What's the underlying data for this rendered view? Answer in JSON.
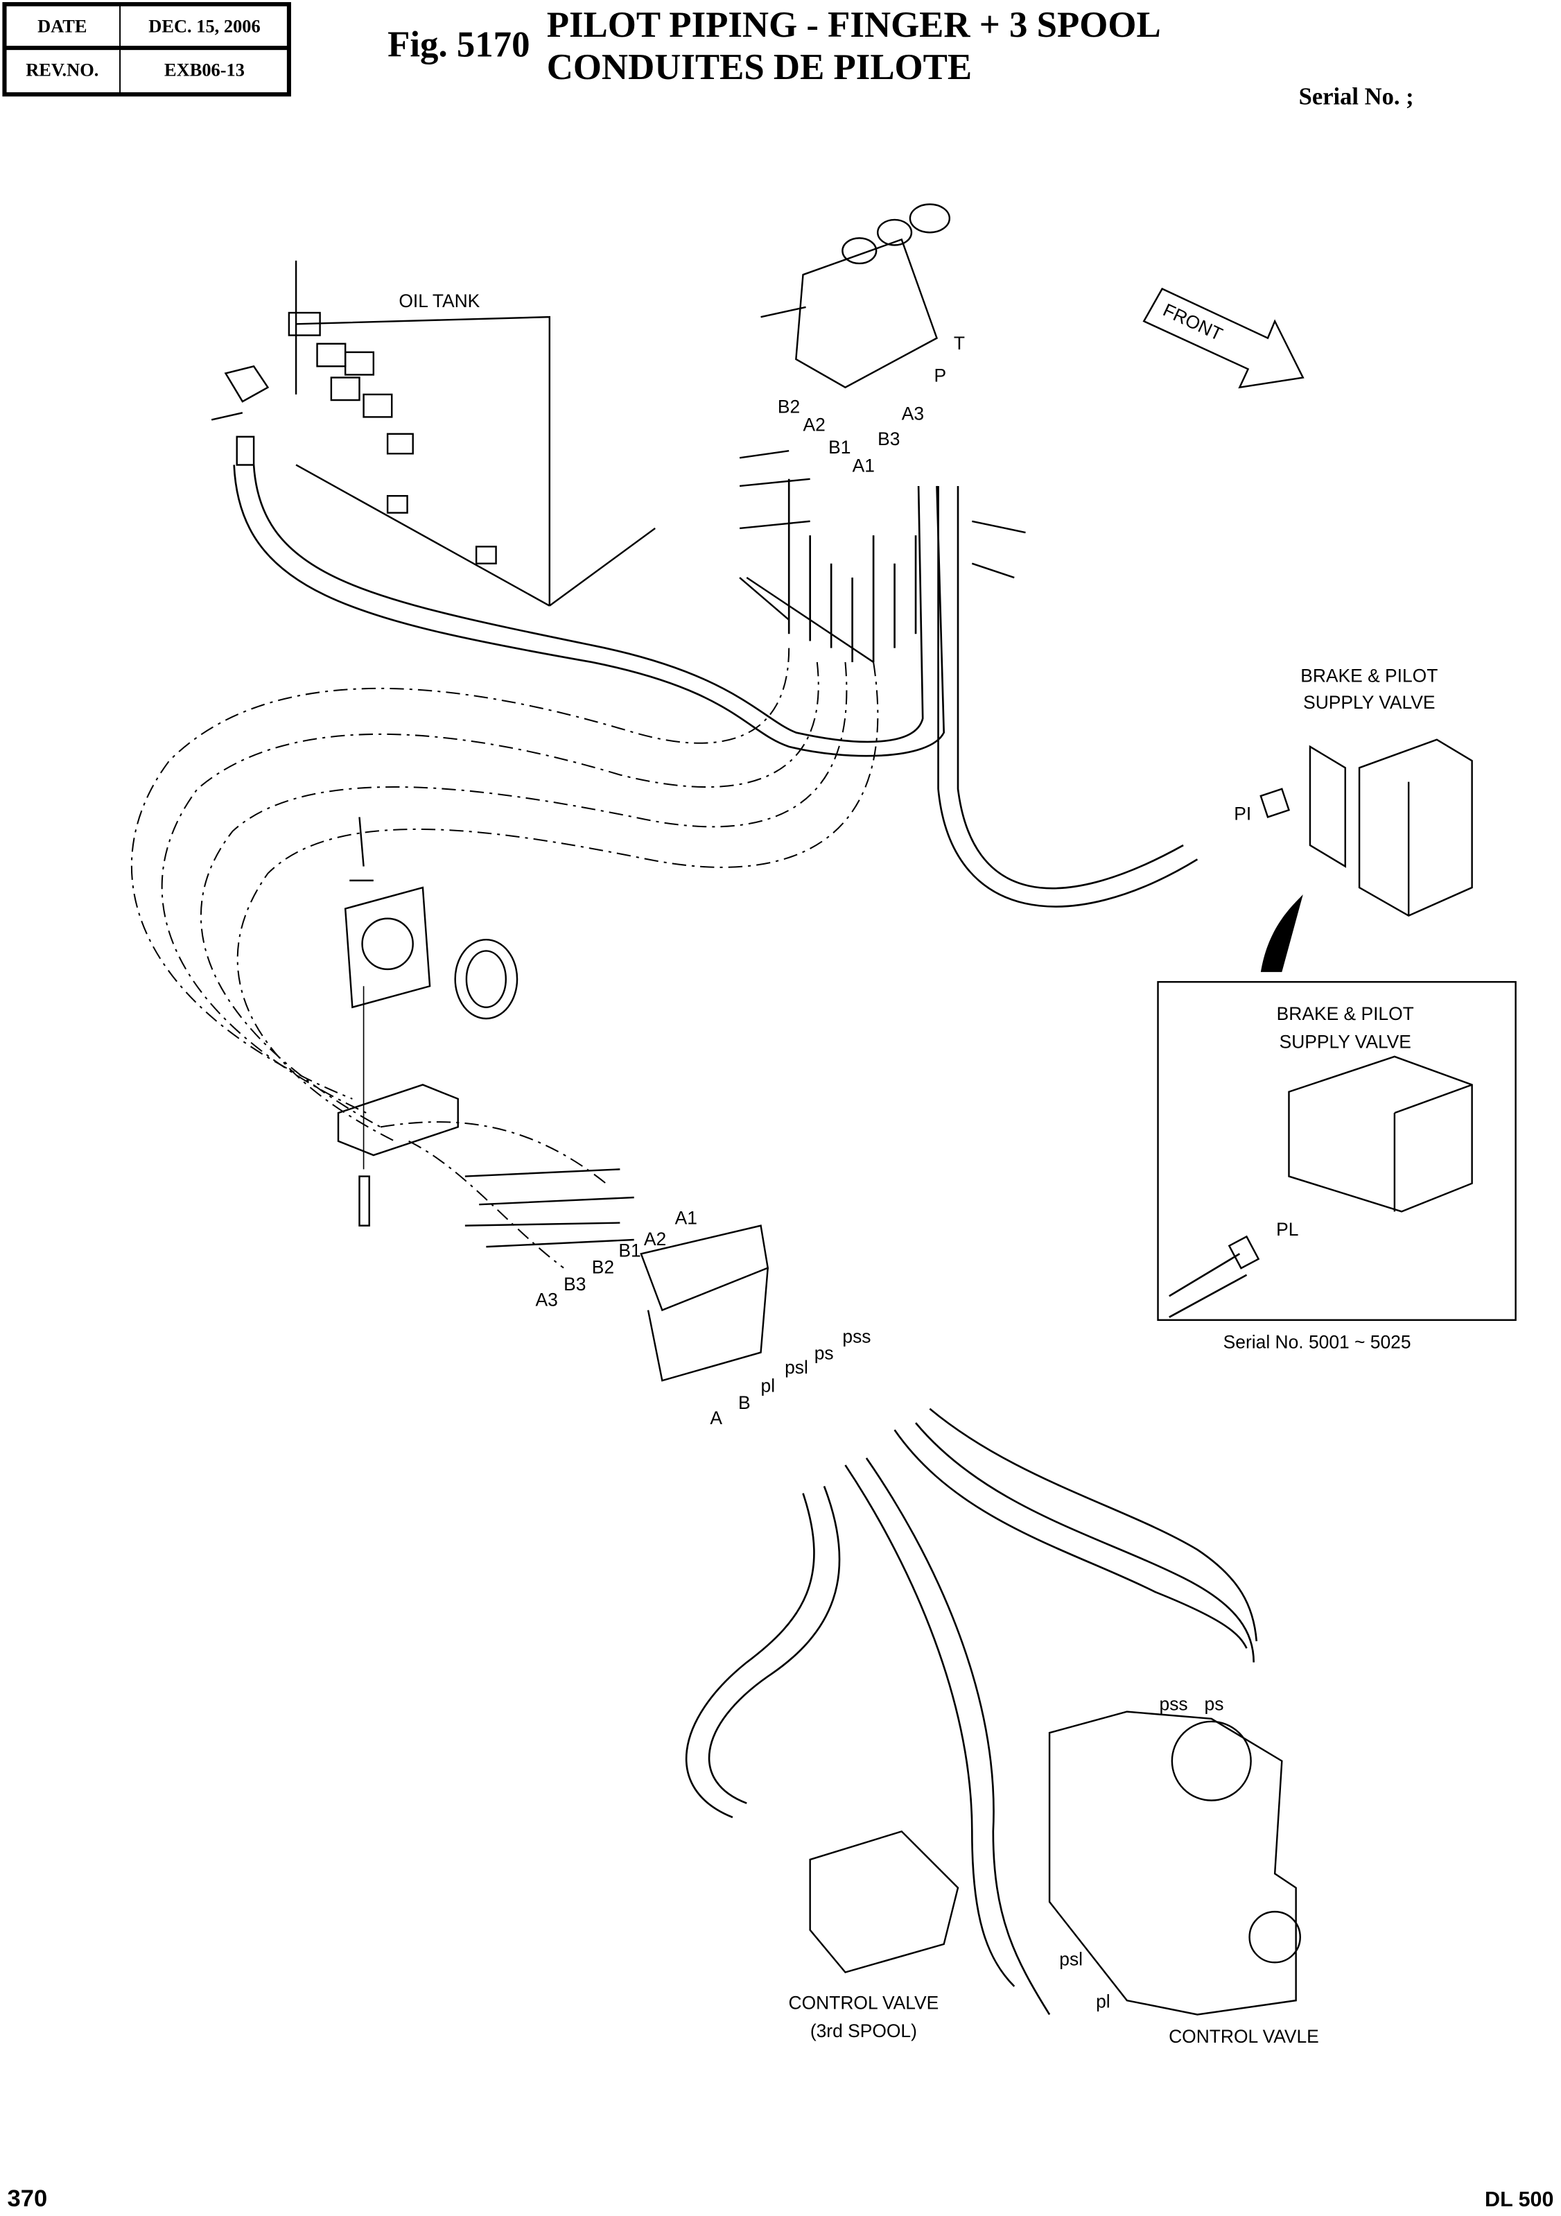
{
  "header": {
    "date_label": "DATE",
    "date_value": "DEC. 15, 2006",
    "rev_label": "REV.NO.",
    "rev_value": "EXB06-13",
    "fig_number": "Fig. 5170",
    "title_en": "PILOT PIPING - FINGER + 3 SPOOL",
    "title_fr": "CONDUITES DE PILOTE",
    "serial": "Serial No. ;"
  },
  "diagram": {
    "oil_tank": "OIL TANK",
    "front": "FRONT",
    "joystick_ports": [
      "T",
      "P",
      "A3",
      "B3",
      "A1",
      "B2",
      "A2",
      "B1"
    ],
    "brake_valve": [
      "BRAKE & PILOT",
      "SUPPLY VALVE"
    ],
    "pi_label": "PI",
    "inset": {
      "title": [
        "BRAKE & PILOT",
        "SUPPLY VALVE"
      ],
      "pl_label": "PL",
      "serial": "Serial No. 5001 ~ 5025"
    },
    "block_ports": [
      "A1",
      "A2",
      "B1",
      "B2",
      "B3",
      "A3"
    ],
    "plate_ports": [
      "pss",
      "ps",
      "psl",
      "pl",
      "B",
      "A"
    ],
    "cv_top_ports": [
      "pss",
      "ps"
    ],
    "cv_bottom_ports": [
      "psl",
      "pl"
    ],
    "control_valve_3rd": [
      "CONTROL VALVE",
      "(3rd SPOOL)"
    ],
    "control_valve": "CONTROL VAVLE"
  },
  "footer": {
    "page": "370",
    "model": "DL 500"
  }
}
